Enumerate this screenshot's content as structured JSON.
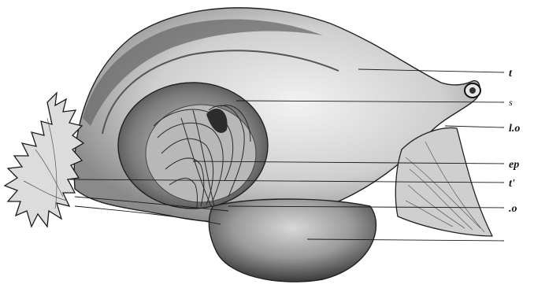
{
  "labels": {
    "t": "t",
    "s": "s",
    "lo": "l.o",
    "ep": "ep",
    "t_prime": "t'",
    "o": ".o"
  }
}
